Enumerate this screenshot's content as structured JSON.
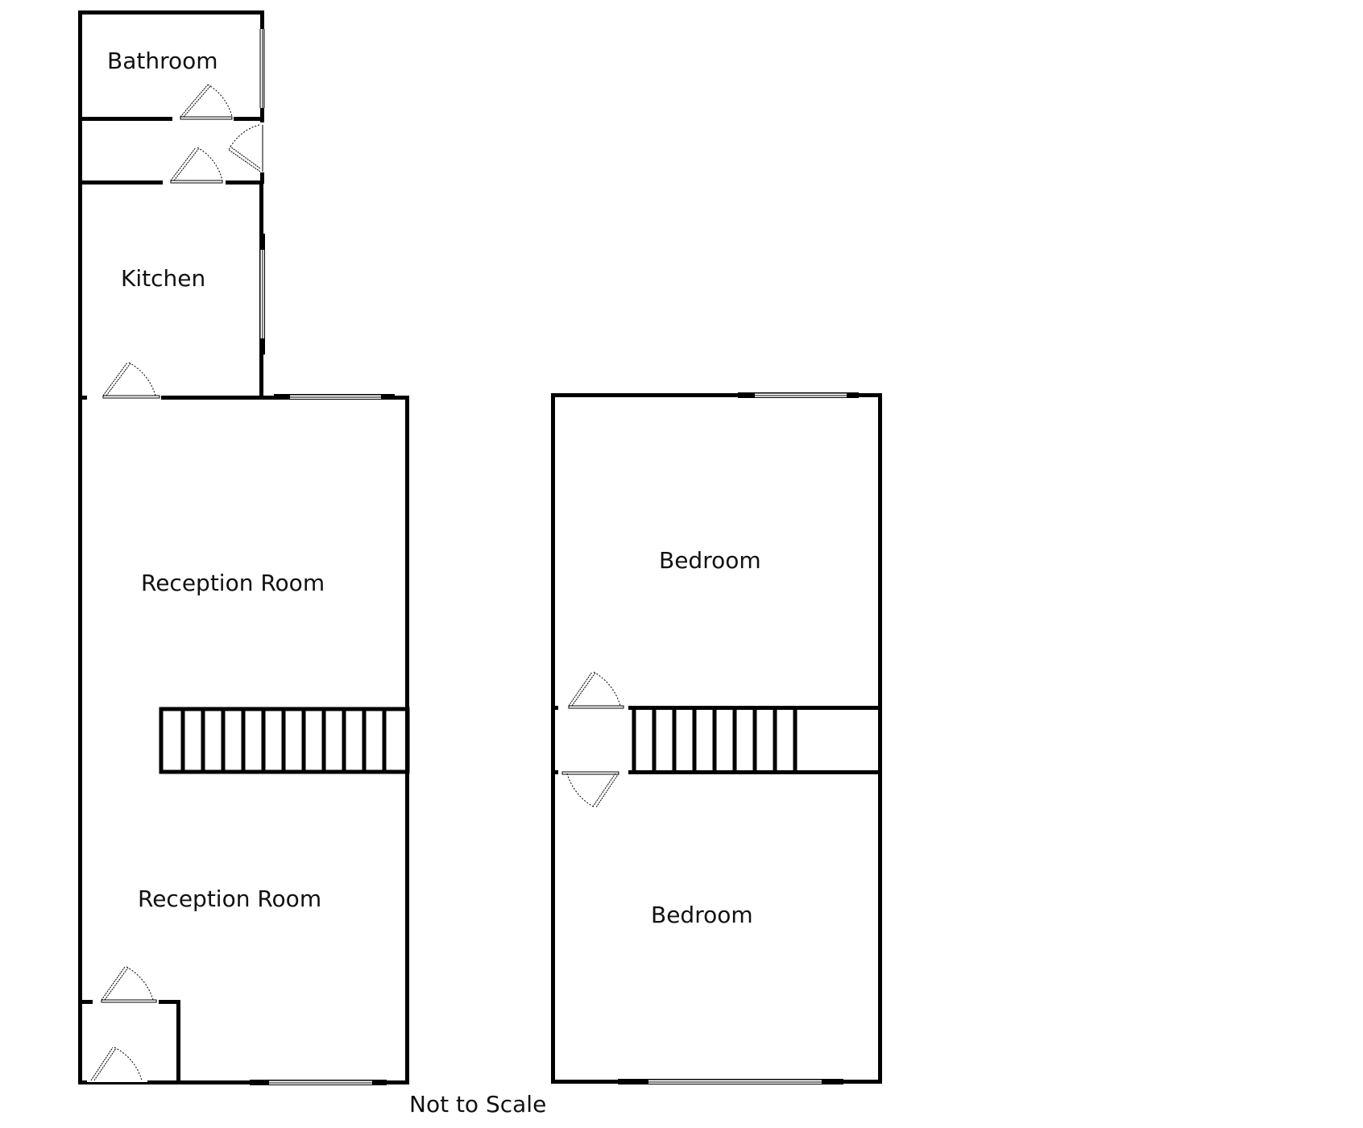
{
  "plan": {
    "ground_floor": {
      "rooms": [
        {
          "id": "bathroom",
          "label": "Bathroom"
        },
        {
          "id": "kitchen",
          "label": "Kitchen"
        },
        {
          "id": "reception-rear",
          "label": "Reception Room"
        },
        {
          "id": "reception-front",
          "label": "Reception Room"
        }
      ],
      "stairs": {
        "treads": 12
      }
    },
    "first_floor": {
      "rooms": [
        {
          "id": "bedroom-rear",
          "label": "Bedroom"
        },
        {
          "id": "bedroom-front",
          "label": "Bedroom"
        }
      ],
      "stairs": {
        "treads": 8
      }
    },
    "footnote": "Not to Scale",
    "colors": {
      "wall": "#000000",
      "background": "#ffffff",
      "text": "#111111"
    }
  }
}
